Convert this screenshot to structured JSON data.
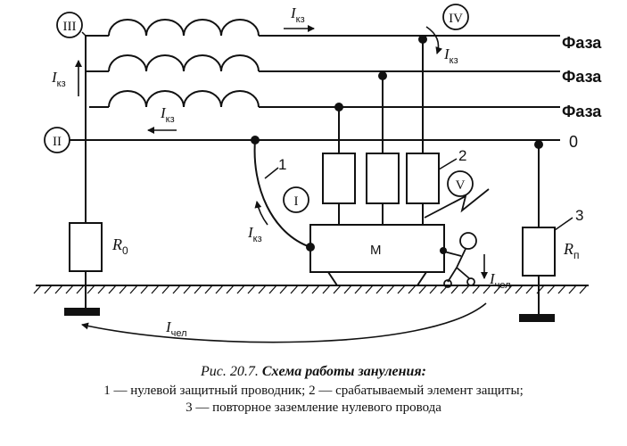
{
  "diagram": {
    "phase_labels": [
      "Фаза",
      "Фаза",
      "Фаза"
    ],
    "neutral_label": "0",
    "circle_labels": {
      "c3": "III",
      "c4": "IV",
      "c2": "II",
      "c1": "I",
      "c5": "V"
    },
    "current_main": "I",
    "current_sub": "кз",
    "resistor_r0": {
      "main": "R",
      "sub": "0"
    },
    "resistor_rp": {
      "main": "R",
      "sub": "п"
    },
    "motor_label": "М",
    "number_labels": {
      "n1": "1",
      "n2": "2",
      "n3": "3"
    },
    "person_current": {
      "main": "I",
      "sub": "чел"
    }
  },
  "caption": {
    "title_prefix": "Рис. 20.7.",
    "title_bold": "Схема работы зануления:",
    "line1": "1 — нулевой защитный проводник; 2 — срабатываемый элемент защиты;",
    "line2": "3 — повторное заземление нулевого провода"
  }
}
